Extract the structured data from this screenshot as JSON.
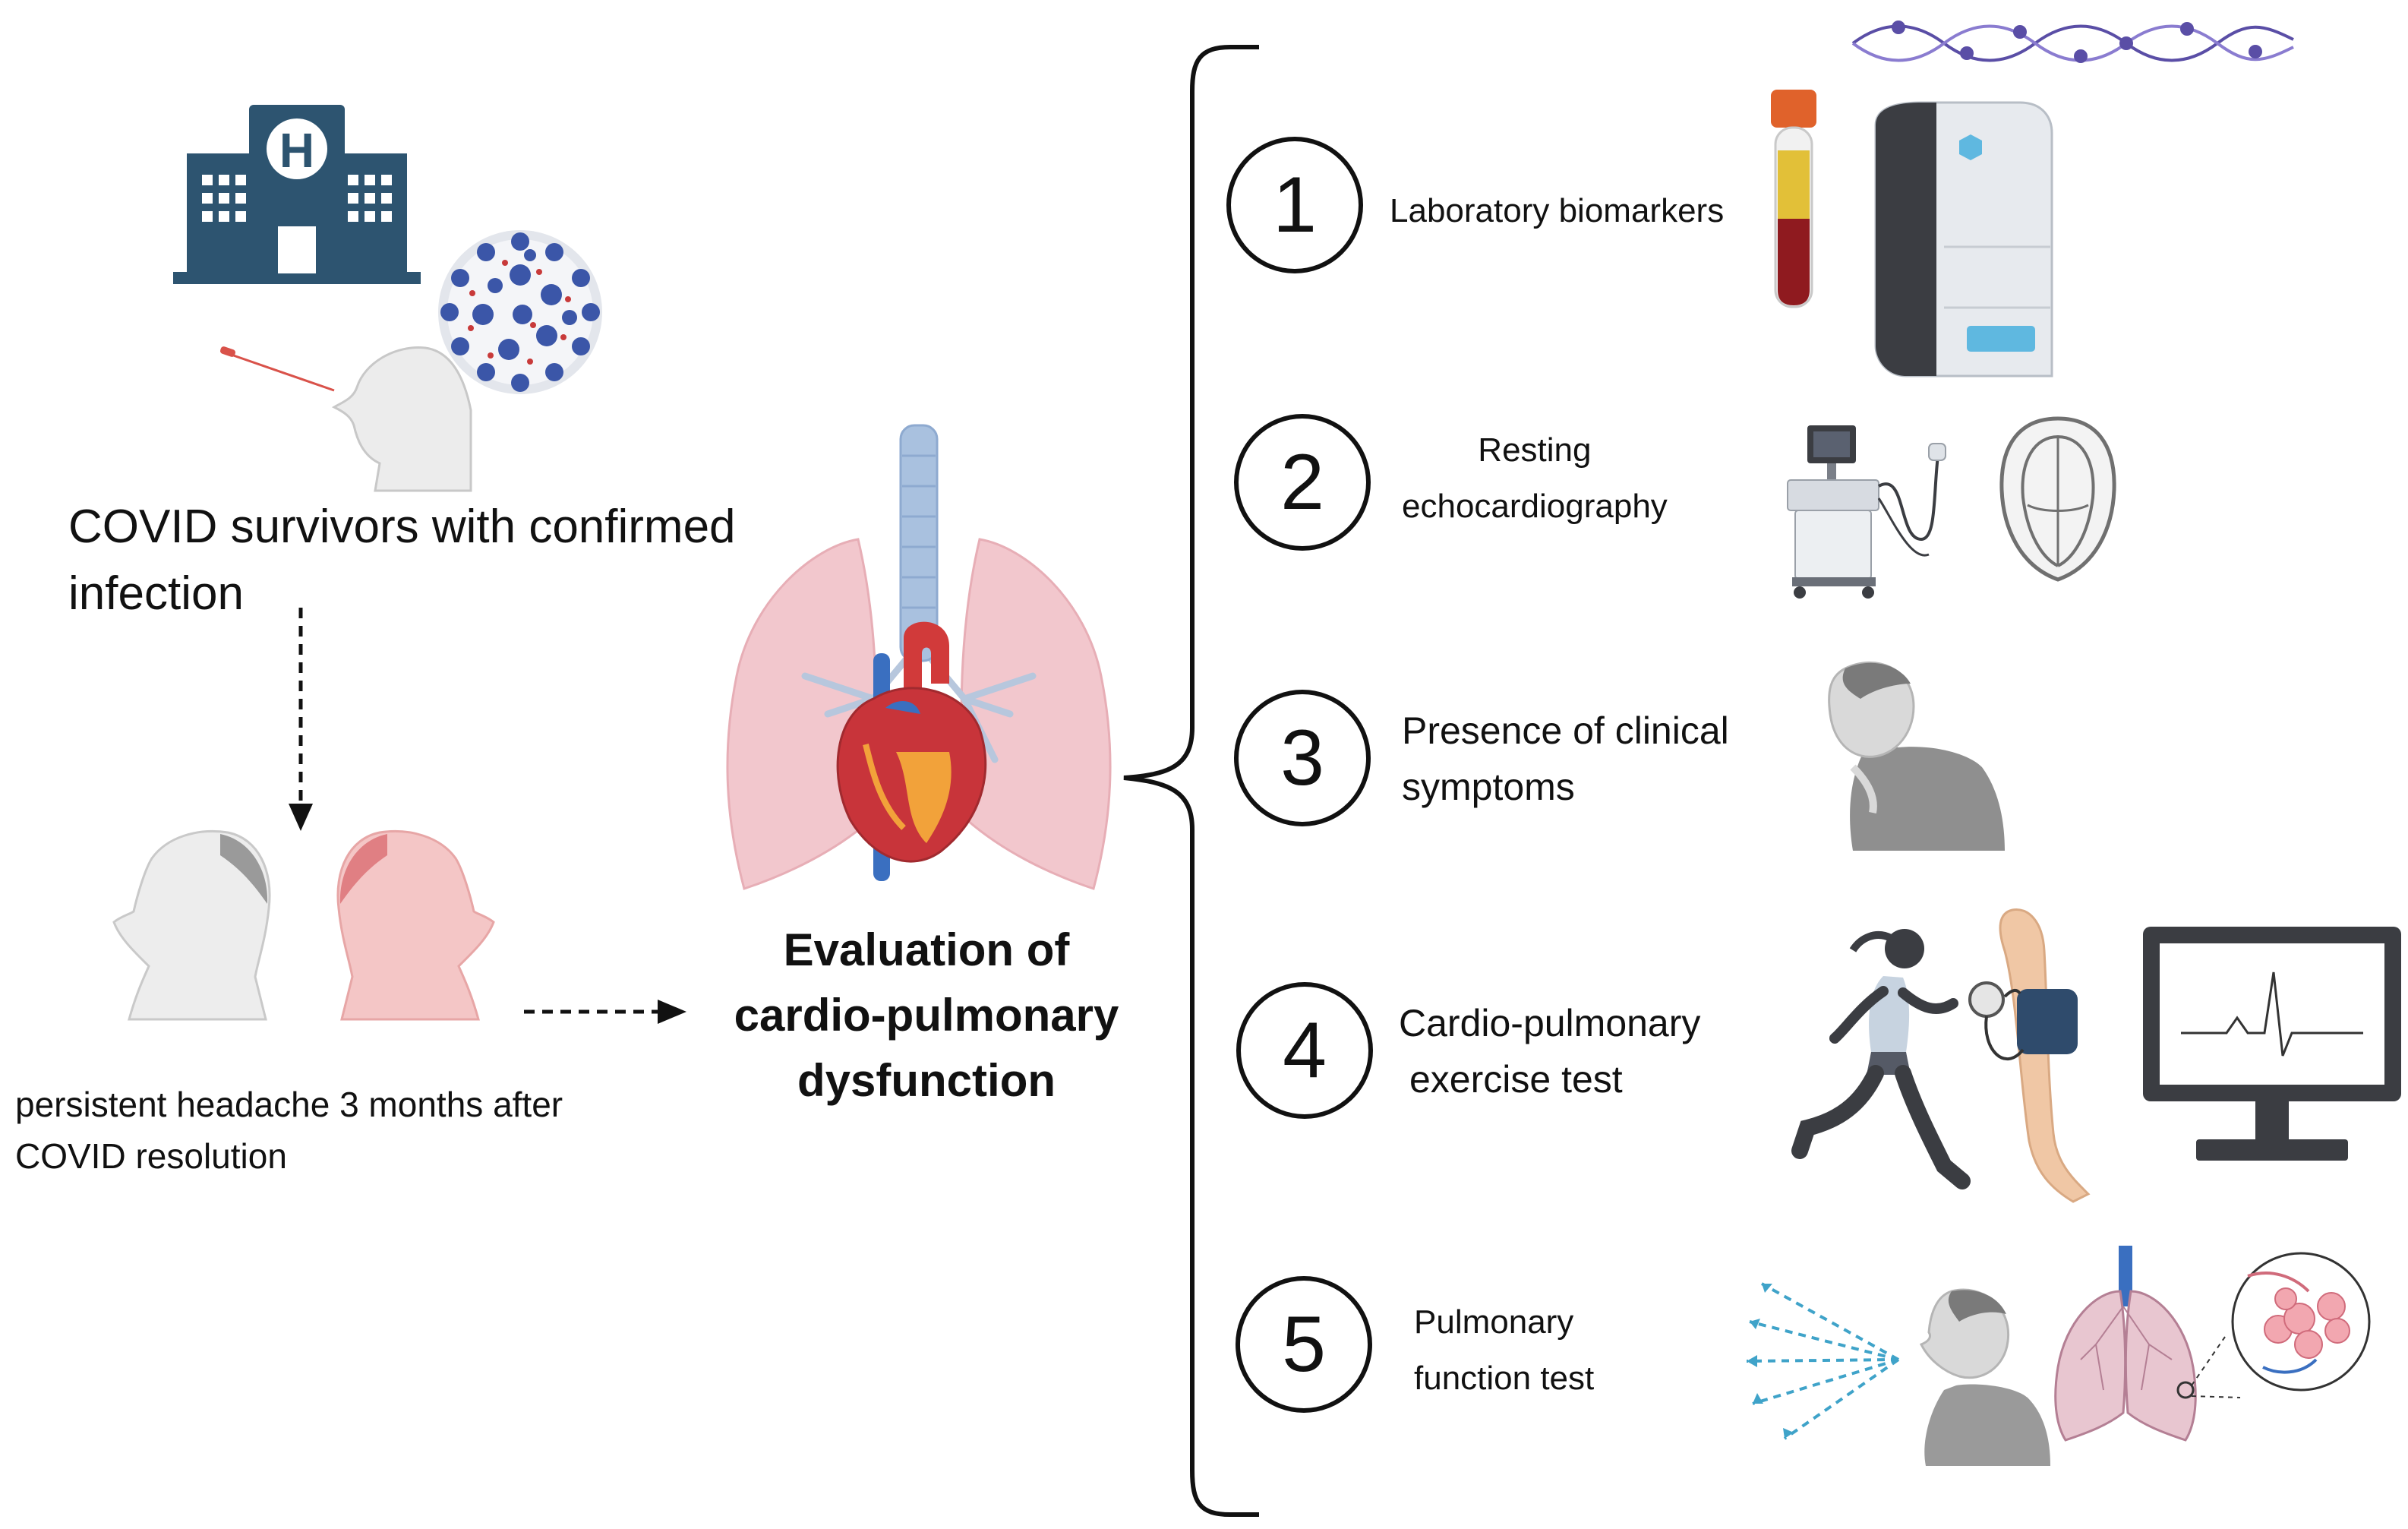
{
  "left": {
    "title_lines": [
      "COVID survivors with confirmed",
      "infection"
    ],
    "subtitle_lines": [
      "persistent headache 3 months after",
      "COVID resolution"
    ]
  },
  "hospital": {
    "letter": "H"
  },
  "center": {
    "title_lines": [
      "Evaluation of",
      "cardio-pulmonary",
      "dysfunction"
    ]
  },
  "steps": [
    {
      "number": "1",
      "lines": [
        "Laboratory biomarkers"
      ]
    },
    {
      "number": "2",
      "lines": [
        "Resting",
        "echocardiography"
      ]
    },
    {
      "number": "3",
      "lines": [
        "Presence of clinical",
        "symptoms"
      ]
    },
    {
      "number": "4",
      "lines": [
        "Cardio-pulmonary",
        "exercise test"
      ]
    },
    {
      "number": "5",
      "lines": [
        "Pulmonary",
        "function test"
      ]
    }
  ],
  "icons": [
    "hospital-icon",
    "virus-icon",
    "nasal-swab-icon",
    "heart-lungs-icon",
    "blood-tube-icon",
    "lab-analyzer-icon",
    "protein-chain-icon",
    "ultrasound-machine-icon",
    "heart-echo-icon",
    "symptomatic-person-icon",
    "runner-icon",
    "blood-pressure-cuff-icon",
    "ecg-monitor-icon",
    "breathing-person-icon",
    "lungs-alveoli-icon"
  ],
  "colors": {
    "hospital": "#2d5470",
    "virus": "#3b56a8",
    "lung": "#f2c7cd",
    "heart": "#c8343a",
    "arrow": "#111111",
    "airflow": "#3fa3c9"
  }
}
